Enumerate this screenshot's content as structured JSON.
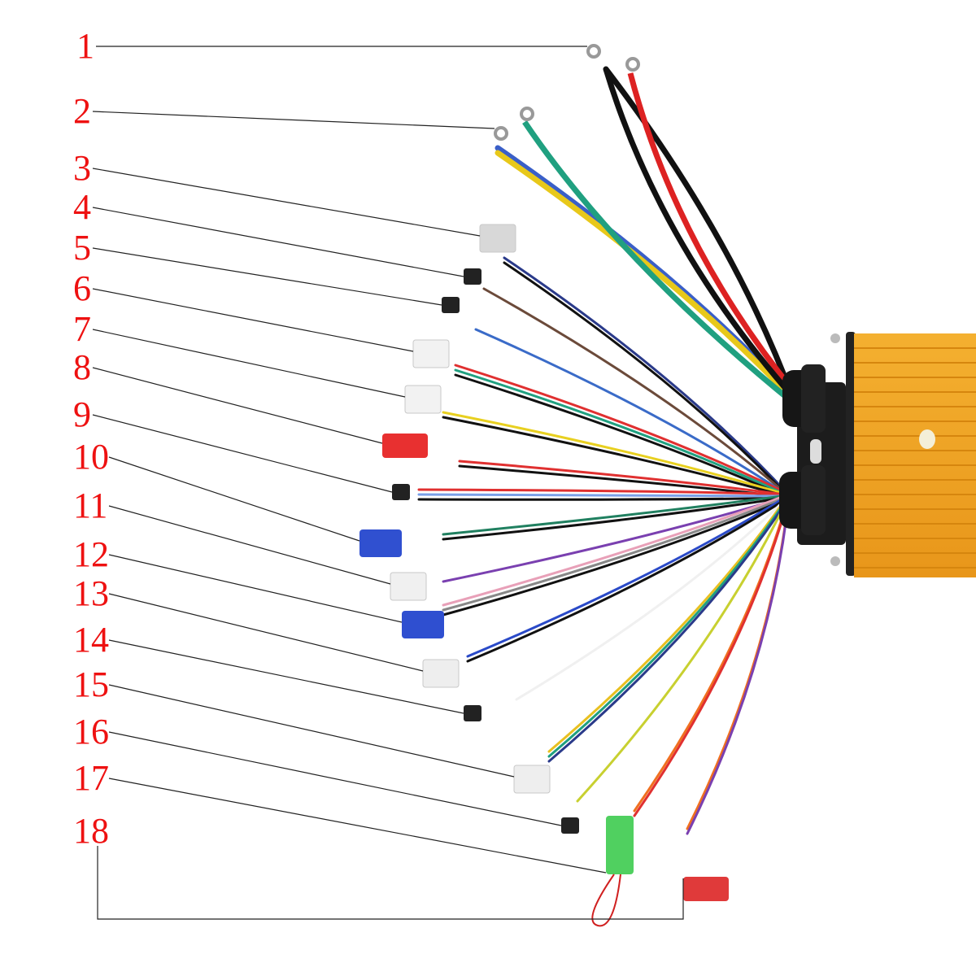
{
  "title": "Controller wiring harness callouts",
  "colors": {
    "label": "#ee1111",
    "leader": "#222222",
    "housing": "#f0a020",
    "housing_dark": "#d98a10",
    "gland": "#1a1a1a"
  },
  "labels": [
    "1",
    "2",
    "3",
    "4",
    "5",
    "6",
    "7",
    "8",
    "9",
    "10",
    "11",
    "12",
    "13",
    "14",
    "15",
    "16",
    "17",
    "18"
  ],
  "connectors": [
    {
      "id": 1,
      "type": "ring-terminal",
      "wires": [
        "#111111"
      ]
    },
    {
      "id": 2,
      "type": "ring-terminal",
      "wires": [
        "#3a5fc8",
        "#e8c81a"
      ]
    },
    {
      "id": 3,
      "type": "white-housing",
      "color": "#d8d8d8",
      "wires": [
        "#2a3a8a",
        "#111111"
      ]
    },
    {
      "id": 4,
      "type": "black-sm",
      "color": "#222222",
      "wires": [
        "#6b4a3a"
      ]
    },
    {
      "id": 5,
      "type": "black-sm",
      "color": "#222222",
      "wires": [
        "#3a6bc8"
      ]
    },
    {
      "id": 6,
      "type": "white-housing",
      "color": "#f2f2f2",
      "wires": [
        "#e03030",
        "#20a080",
        "#111111"
      ]
    },
    {
      "id": 7,
      "type": "white-housing",
      "color": "#f2f2f2",
      "wires": [
        "#e8d020",
        "#111111"
      ]
    },
    {
      "id": 8,
      "type": "red-plug",
      "color": "#e83030",
      "wires": [
        "#e03030",
        "#111111"
      ]
    },
    {
      "id": 9,
      "type": "black-sm",
      "color": "#222222",
      "wires": [
        "#e03030",
        "#7aa0e8",
        "#111111"
      ]
    },
    {
      "id": 10,
      "type": "blue-plug",
      "color": "#3050d0",
      "wires": [
        "#208060",
        "#111111"
      ]
    },
    {
      "id": 11,
      "type": "white-housing",
      "color": "#f0f0f0",
      "wires": [
        "#7a40b0"
      ]
    },
    {
      "id": 12,
      "type": "blue-plug",
      "color": "#2f4fd0",
      "wires": [
        "#e8a0b8",
        "#888888",
        "#111111"
      ]
    },
    {
      "id": 13,
      "type": "white-housing",
      "color": "#eeeeee",
      "wires": [
        "#2a4ac8",
        "#111111"
      ]
    },
    {
      "id": 14,
      "type": "black-sm",
      "color": "#222222",
      "wires": [
        "#f0f0f0"
      ]
    },
    {
      "id": 15,
      "type": "white-housing",
      "color": "#eeeeee",
      "wires": [
        "#e8c020",
        "#20a080",
        "#2a3a8a"
      ]
    },
    {
      "id": 16,
      "type": "black-sm",
      "color": "#222222",
      "wires": [
        "#c8d030"
      ]
    },
    {
      "id": 17,
      "type": "green-plug",
      "color": "#50d060",
      "wires": [
        "#f07020",
        "#e03030"
      ]
    },
    {
      "id": 18,
      "type": "red-plug",
      "color": "#e03a3a",
      "wires": [
        "#f07020",
        "#7a40b0"
      ]
    }
  ]
}
